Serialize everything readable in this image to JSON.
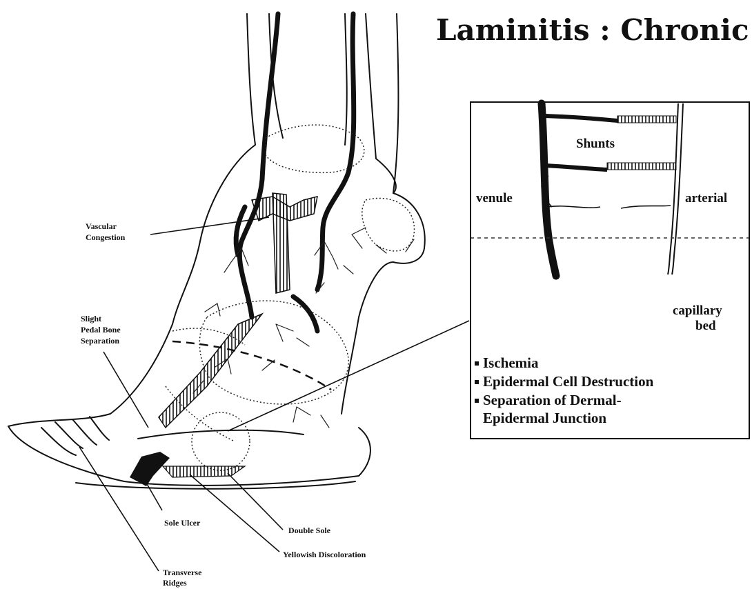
{
  "title": "Laminitis : Chronic",
  "labels": {
    "vascular_congestion": [
      "Vascular",
      "Congestion"
    ],
    "slight_pedal_bone_separation": [
      "Slight",
      "Pedal Bone",
      "Separation"
    ],
    "sole_ulcer": "Sole Ulcer",
    "double_sole": "Double Sole",
    "yellowish_discoloration": "Yellowish Discoloration",
    "transverse_ridges": [
      "Transverse",
      "Ridges"
    ]
  },
  "inset": {
    "shunts": "Shunts",
    "venule": "venule",
    "arterial": "arterial",
    "capillary_bed": [
      "capillary",
      "bed"
    ]
  },
  "bullets": [
    "Ischemia",
    "Epidermal Cell Destruction",
    "Separation of Dermal-",
    "Epidermal Junction"
  ]
}
